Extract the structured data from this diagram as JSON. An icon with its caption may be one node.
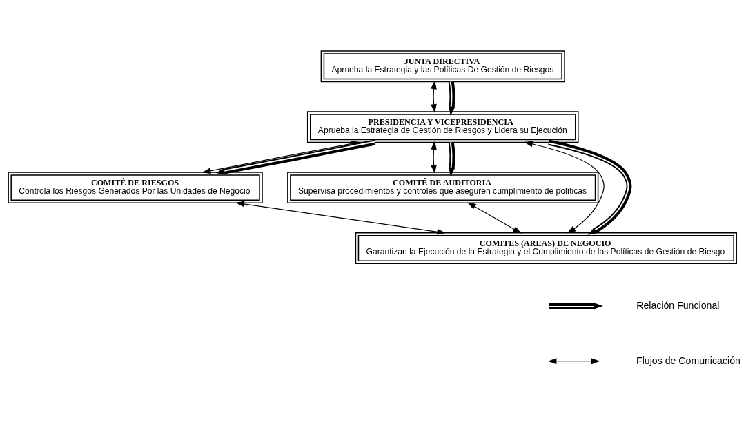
{
  "diagram": {
    "nodes": [
      {
        "text": [
          "JUNTA DIRECTIVA",
          "Aprueba la Estrategia y las Políticas De Gestión de Riesgos"
        ]
      },
      {
        "text": [
          "PRESIDENCIA Y VICEPRESIDENCIA",
          "Aprueba la Estrategia de Gestión de Riesgos y Lidera su Ejecución"
        ]
      },
      {
        "text": [
          "COMITÉ DE RIESGOS",
          "Controla los Riesgos Generados Por las Unidades de Negocio"
        ]
      },
      {
        "text": [
          "COMITÉ DE AUDITORIA",
          "Supervisa procedimientos y controles que aseguren cumplimiento de políticas"
        ]
      },
      {
        "text": [
          "COMITES (AREAS) DE NEGOCIO",
          "Garantizan la Ejecución de la Estrategia y el Cumplimiento de las Políticas de Gestión de Riesgo"
        ]
      }
    ],
    "edges": [
      {
        "from": 0,
        "to": 1,
        "arrow": "both"
      },
      {
        "from": 0,
        "to": 1,
        "arrow": "to",
        "style": "thick"
      },
      {
        "from": 1,
        "to": 2,
        "arrow": "both"
      },
      {
        "from": 1,
        "to": 2,
        "arrow": "to",
        "style": "thick"
      },
      {
        "from": 1,
        "to": 3,
        "arrow": "both"
      },
      {
        "from": 1,
        "to": 3,
        "arrow": "to",
        "style": "thick"
      },
      {
        "from": 1,
        "to": 4,
        "arrow": "both"
      },
      {
        "from": 1,
        "to": 4,
        "arrow": "to",
        "style": "thick"
      },
      {
        "from": 2,
        "to": 4,
        "arrow": "both"
      },
      {
        "from": 3,
        "to": 4,
        "arrow": "both"
      }
    ],
    "legend": [
      {
        "text": "Relación Funcional"
      },
      {
        "text": "Flujos de Comunicación"
      }
    ]
  }
}
